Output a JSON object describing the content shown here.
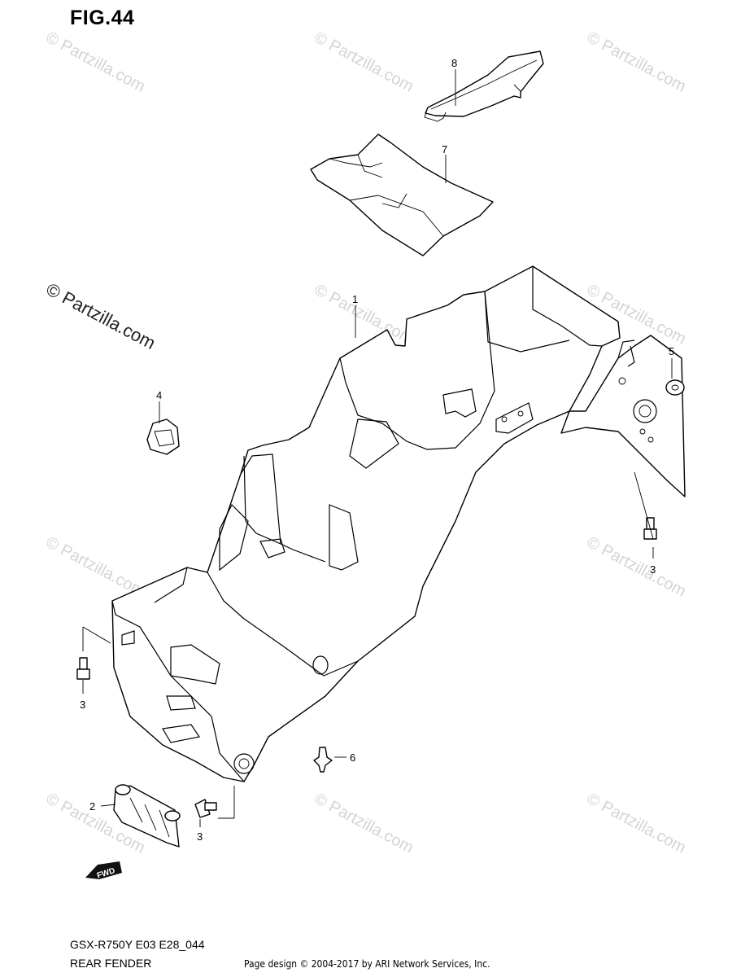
{
  "figure": {
    "title": "FIG.44",
    "model_code": "GSX-R750Y E03 E28_044",
    "section_name": "REAR FENDER"
  },
  "footer": {
    "credit": "Page design © 2004-2017 by ARI Network Services, Inc."
  },
  "watermark": {
    "text": "© Partzilla.com"
  },
  "fwd_label": "FWD",
  "callouts": [
    {
      "id": "1",
      "label": "1"
    },
    {
      "id": "2",
      "label": "2"
    },
    {
      "id": "3a",
      "label": "3"
    },
    {
      "id": "3b",
      "label": "3"
    },
    {
      "id": "3c",
      "label": "3"
    },
    {
      "id": "4",
      "label": "4"
    },
    {
      "id": "5",
      "label": "5"
    },
    {
      "id": "6",
      "label": "6"
    },
    {
      "id": "7",
      "label": "7"
    },
    {
      "id": "8",
      "label": "8"
    }
  ]
}
